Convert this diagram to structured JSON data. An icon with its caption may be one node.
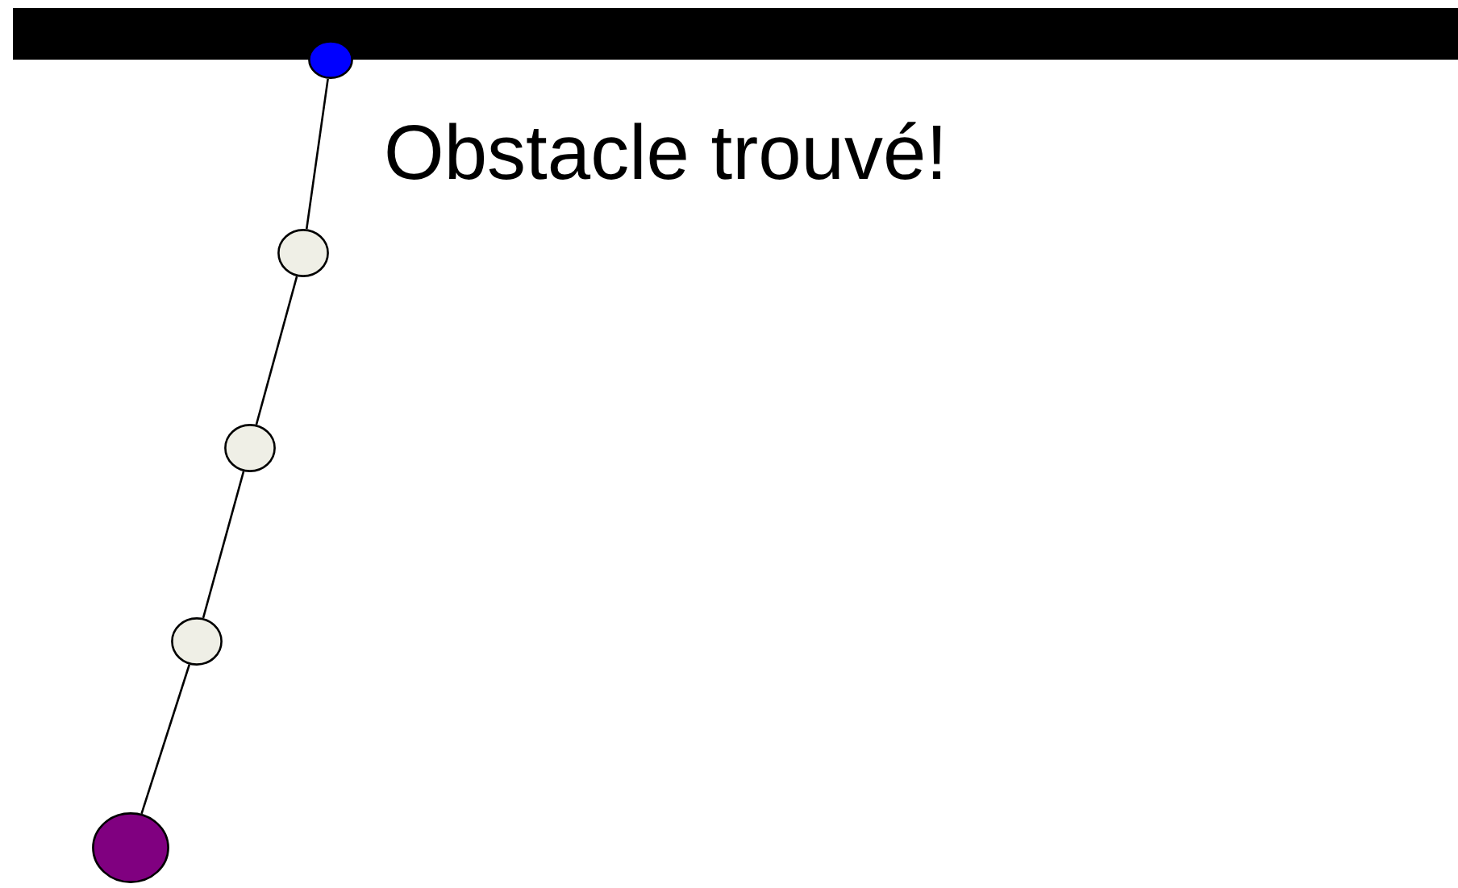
{
  "diagram": {
    "nodes": [
      {
        "text": [],
        "shape": "bar"
      },
      {
        "text": [],
        "shape": "circle"
      },
      {
        "text": [],
        "shape": "circle"
      },
      {
        "text": [],
        "shape": "circle"
      },
      {
        "text": [],
        "shape": "circle"
      },
      {
        "text": [],
        "shape": "circle"
      }
    ],
    "edges": [
      {
        "from": 1,
        "to": 2,
        "arrow": "none"
      },
      {
        "from": 2,
        "to": 3,
        "arrow": "none"
      },
      {
        "from": 3,
        "to": 4,
        "arrow": "none"
      },
      {
        "from": 4,
        "to": 5,
        "arrow": "none"
      }
    ],
    "labels": [
      "Obstacle trouvé!"
    ]
  }
}
